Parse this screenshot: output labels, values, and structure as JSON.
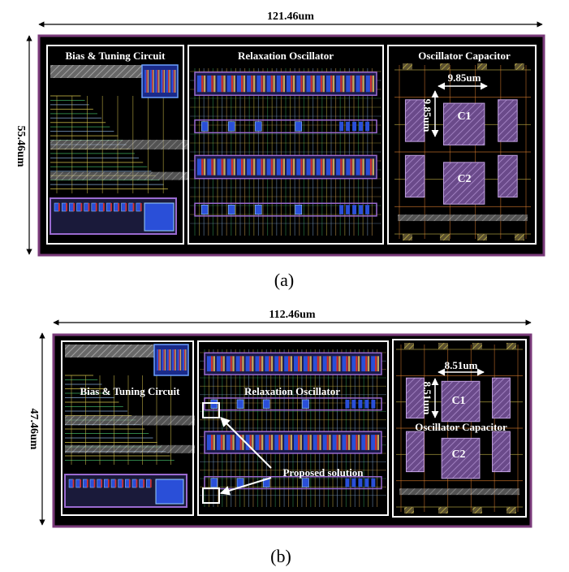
{
  "panel_a": {
    "width_label": "121.46um",
    "height_label": "55.46um",
    "block_bias": "Bias & Tuning Circuit",
    "block_osc": "Relaxation Oscillator",
    "block_cap": "Oscillator Capacitor",
    "cap_width": "9.85um",
    "cap_height": "9.85um",
    "c1": "C1",
    "c2": "C2",
    "caption": "(a)"
  },
  "panel_b": {
    "width_label": "112.46um",
    "height_label": "47.46um",
    "block_bias": "Bias & Tuning Circuit",
    "block_osc": "Relaxation Oscillator",
    "block_cap": "Oscillator Capacitor",
    "cap_width": "8.51um",
    "cap_height": "8.51um",
    "c1": "C1",
    "c2": "C2",
    "annotation": "Proposed solution",
    "caption": "(b)"
  },
  "colors": {
    "background": "#000000",
    "frame": "#ffffff",
    "metal_blue": "#2a4fd8",
    "poly_red": "#d03030",
    "diff_yellow": "#c8b848",
    "cap_purple": "#7a5a9a"
  }
}
